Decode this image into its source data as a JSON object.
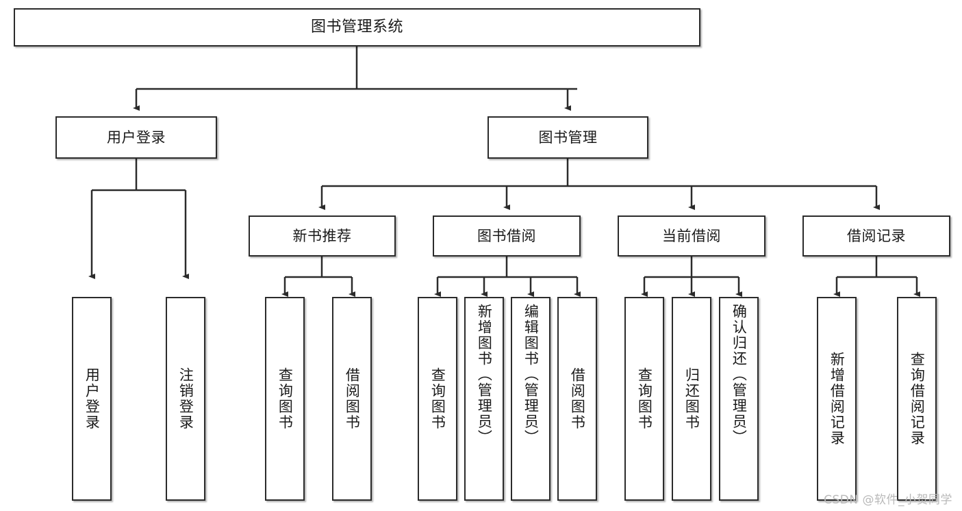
{
  "diagram": {
    "title": "图书管理系统",
    "type": "tree-hierarchy",
    "root": {
      "label": "图书管理系统"
    },
    "level2": [
      {
        "label": "用户登录"
      },
      {
        "label": "图书管理"
      }
    ],
    "level3": [
      {
        "label": "新书推荐"
      },
      {
        "label": "图书借阅"
      },
      {
        "label": "当前借阅"
      },
      {
        "label": "借阅记录"
      }
    ],
    "leaves": {
      "user_login": [
        {
          "label": "用户登录"
        },
        {
          "label": "注销登录"
        }
      ],
      "new_book_recommend": [
        {
          "label": "查询图书"
        },
        {
          "label": "借阅图书"
        }
      ],
      "book_borrow": [
        {
          "label": "查询图书"
        },
        {
          "label": "新增图书（管理员）"
        },
        {
          "label": "编辑图书（管理员）"
        },
        {
          "label": "借阅图书"
        }
      ],
      "current_borrow": [
        {
          "label": "查询图书"
        },
        {
          "label": "归还图书"
        },
        {
          "label": "确认归还（管理员）"
        }
      ],
      "borrow_records": [
        {
          "label": "新增借阅记录"
        },
        {
          "label": "查询借阅记录"
        }
      ]
    }
  },
  "watermark": {
    "text": "CSDN @软件_小贺同学"
  },
  "colors": {
    "stroke": "#2b2b2b",
    "fill": "#ffffff",
    "text": "#1a1a1a",
    "watermark": "#b9b9b9"
  }
}
